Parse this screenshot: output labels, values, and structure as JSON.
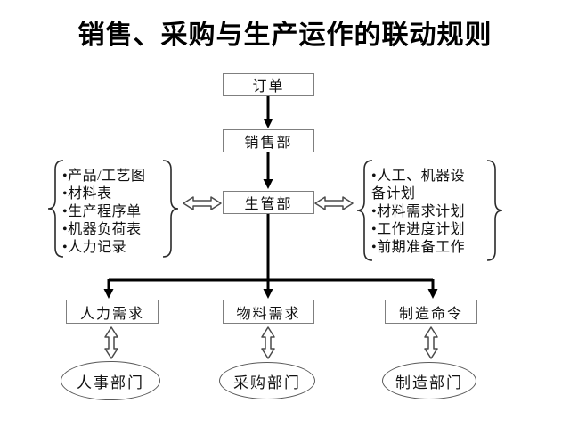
{
  "title": "销售、采购与生产运作的联动规则",
  "nodes": {
    "order": "订单",
    "sales_dept": "销售部",
    "production_mgmt_dept": "生管部",
    "hr_demand": "人力需求",
    "material_demand": "物料需求",
    "manufacturing_order": "制造命令",
    "hr_dept": "人事部门",
    "purchasing_dept": "采购部门",
    "manufacturing_dept": "制造部门"
  },
  "left_list": {
    "items": [
      "•产品/工艺图",
      "•材料表",
      "•生产程序单",
      "•机器负荷表",
      "•人力记录"
    ]
  },
  "right_list": {
    "items": [
      "•人工、机器设备计划",
      "•材料需求计划",
      "•工作进度计划",
      "•前期准备工作"
    ]
  },
  "colors": {
    "background": "#ffffff",
    "connector": "#000000",
    "box_border": "#7f7f7f",
    "text": "#111111"
  }
}
